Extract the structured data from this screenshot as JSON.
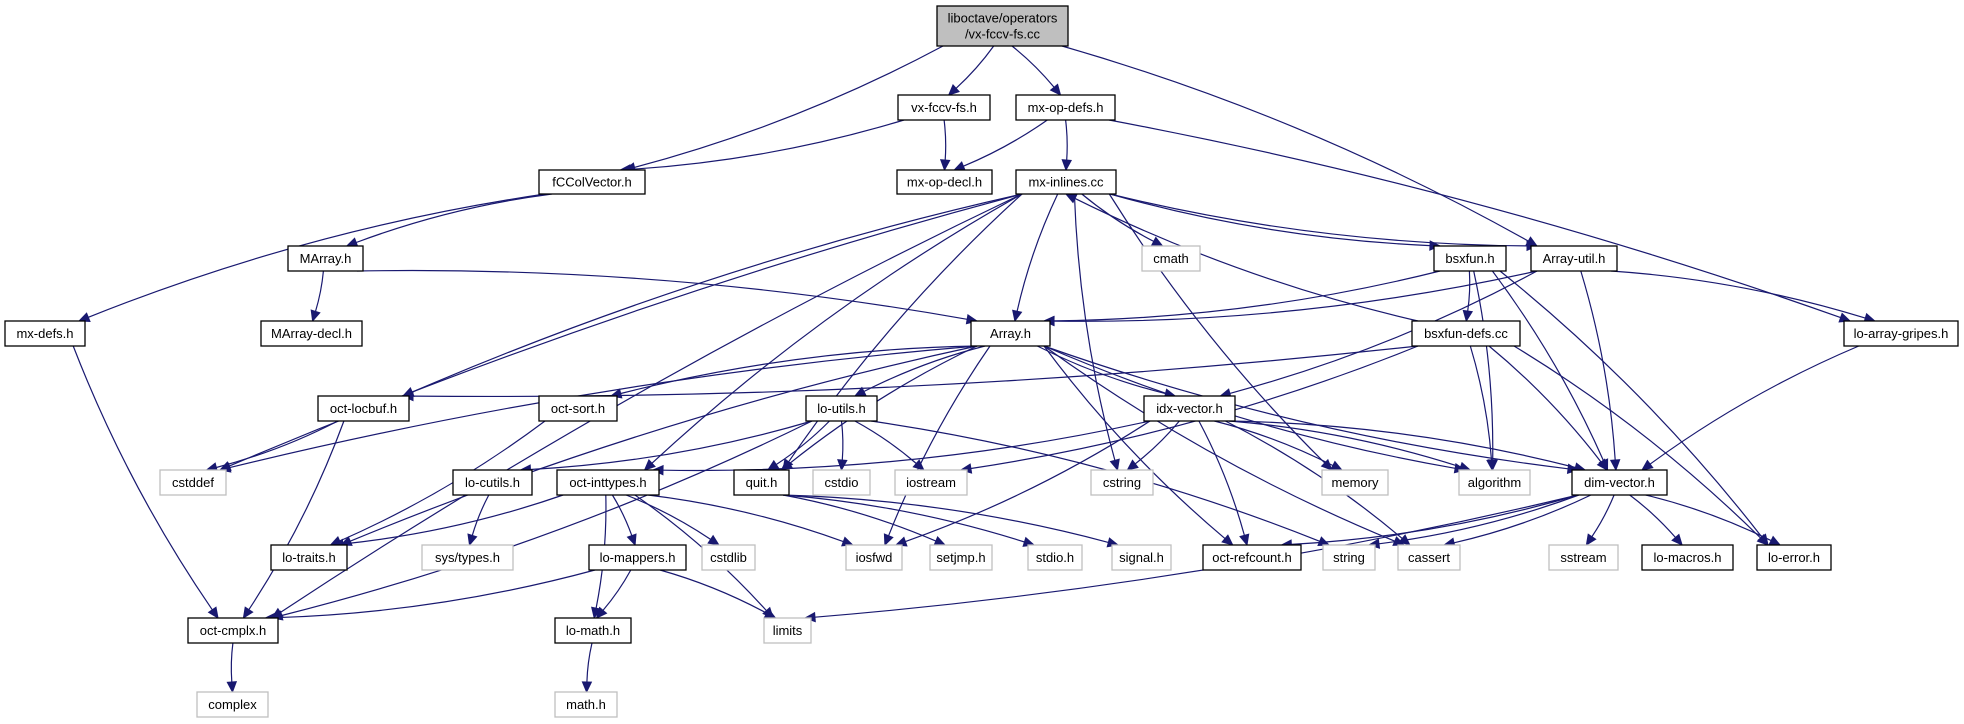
{
  "title": "liboctave/operators/vx-fccv-fs.cc include dependency graph",
  "colors": {
    "edge": "#191970",
    "root_fill": "#bfbfbf",
    "local_border": "#000000",
    "system_border": "#bfbfbf"
  },
  "nodes": [
    {
      "id": "root",
      "label": [
        "liboctave/operators",
        "/vx-fccv-fs.cc"
      ],
      "kind": "root"
    },
    {
      "id": "vx-fccv-fs.h",
      "label": [
        "vx-fccv-fs.h"
      ],
      "kind": "local"
    },
    {
      "id": "mx-op-defs.h",
      "label": [
        "mx-op-defs.h"
      ],
      "kind": "local"
    },
    {
      "id": "fCColVector.h",
      "label": [
        "fCColVector.h"
      ],
      "kind": "local"
    },
    {
      "id": "mx-op-decl.h",
      "label": [
        "mx-op-decl.h"
      ],
      "kind": "local"
    },
    {
      "id": "mx-inlines.cc",
      "label": [
        "mx-inlines.cc"
      ],
      "kind": "local"
    },
    {
      "id": "MArray.h",
      "label": [
        "MArray.h"
      ],
      "kind": "local"
    },
    {
      "id": "MArray-decl.h",
      "label": [
        "MArray-decl.h"
      ],
      "kind": "local"
    },
    {
      "id": "mx-defs.h",
      "label": [
        "mx-defs.h"
      ],
      "kind": "local"
    },
    {
      "id": "Array.h",
      "label": [
        "Array.h"
      ],
      "kind": "local"
    },
    {
      "id": "cmath",
      "label": [
        "cmath"
      ],
      "kind": "system"
    },
    {
      "id": "bsxfun.h",
      "label": [
        "bsxfun.h"
      ],
      "kind": "local"
    },
    {
      "id": "Array-util.h",
      "label": [
        "Array-util.h"
      ],
      "kind": "local"
    },
    {
      "id": "bsxfun-defs.cc",
      "label": [
        "bsxfun-defs.cc"
      ],
      "kind": "local"
    },
    {
      "id": "lo-array-gripes.h",
      "label": [
        "lo-array-gripes.h"
      ],
      "kind": "local"
    },
    {
      "id": "oct-locbuf.h",
      "label": [
        "oct-locbuf.h"
      ],
      "kind": "local"
    },
    {
      "id": "oct-sort.h",
      "label": [
        "oct-sort.h"
      ],
      "kind": "local"
    },
    {
      "id": "lo-utils.h",
      "label": [
        "lo-utils.h"
      ],
      "kind": "local"
    },
    {
      "id": "idx-vector.h",
      "label": [
        "idx-vector.h"
      ],
      "kind": "local"
    },
    {
      "id": "cstddef",
      "label": [
        "cstddef"
      ],
      "kind": "system"
    },
    {
      "id": "lo-cutils.h",
      "label": [
        "lo-cutils.h"
      ],
      "kind": "local"
    },
    {
      "id": "oct-inttypes.h",
      "label": [
        "oct-inttypes.h"
      ],
      "kind": "local"
    },
    {
      "id": "quit.h",
      "label": [
        "quit.h"
      ],
      "kind": "local"
    },
    {
      "id": "cstdio",
      "label": [
        "cstdio"
      ],
      "kind": "system"
    },
    {
      "id": "iostream",
      "label": [
        "iostream"
      ],
      "kind": "system"
    },
    {
      "id": "cstring",
      "label": [
        "cstring"
      ],
      "kind": "system"
    },
    {
      "id": "memory",
      "label": [
        "memory"
      ],
      "kind": "system"
    },
    {
      "id": "algorithm",
      "label": [
        "algorithm"
      ],
      "kind": "system"
    },
    {
      "id": "dim-vector.h",
      "label": [
        "dim-vector.h"
      ],
      "kind": "local"
    },
    {
      "id": "lo-traits.h",
      "label": [
        "lo-traits.h"
      ],
      "kind": "local"
    },
    {
      "id": "sys/types.h",
      "label": [
        "sys/types.h"
      ],
      "kind": "system"
    },
    {
      "id": "lo-mappers.h",
      "label": [
        "lo-mappers.h"
      ],
      "kind": "local"
    },
    {
      "id": "cstdlib",
      "label": [
        "cstdlib"
      ],
      "kind": "system"
    },
    {
      "id": "iosfwd",
      "label": [
        "iosfwd"
      ],
      "kind": "system"
    },
    {
      "id": "setjmp.h",
      "label": [
        "setjmp.h"
      ],
      "kind": "system"
    },
    {
      "id": "stdio.h",
      "label": [
        "stdio.h"
      ],
      "kind": "system"
    },
    {
      "id": "signal.h",
      "label": [
        "signal.h"
      ],
      "kind": "system"
    },
    {
      "id": "oct-refcount.h",
      "label": [
        "oct-refcount.h"
      ],
      "kind": "local"
    },
    {
      "id": "string",
      "label": [
        "string"
      ],
      "kind": "system"
    },
    {
      "id": "cassert",
      "label": [
        "cassert"
      ],
      "kind": "system"
    },
    {
      "id": "sstream",
      "label": [
        "sstream"
      ],
      "kind": "system"
    },
    {
      "id": "lo-macros.h",
      "label": [
        "lo-macros.h"
      ],
      "kind": "local"
    },
    {
      "id": "lo-error.h",
      "label": [
        "lo-error.h"
      ],
      "kind": "local"
    },
    {
      "id": "oct-cmplx.h",
      "label": [
        "oct-cmplx.h"
      ],
      "kind": "local"
    },
    {
      "id": "lo-math.h",
      "label": [
        "lo-math.h"
      ],
      "kind": "local"
    },
    {
      "id": "limits",
      "label": [
        "limits"
      ],
      "kind": "system"
    },
    {
      "id": "complex",
      "label": [
        "complex"
      ],
      "kind": "system"
    },
    {
      "id": "math.h",
      "label": [
        "math.h"
      ],
      "kind": "system"
    }
  ],
  "edges": [
    [
      "root",
      "fCColVector.h"
    ],
    [
      "root",
      "vx-fccv-fs.h"
    ],
    [
      "root",
      "mx-op-defs.h"
    ],
    [
      "root",
      "Array-util.h"
    ],
    [
      "vx-fccv-fs.h",
      "fCColVector.h"
    ],
    [
      "vx-fccv-fs.h",
      "mx-op-decl.h"
    ],
    [
      "mx-op-defs.h",
      "mx-op-decl.h"
    ],
    [
      "mx-op-defs.h",
      "mx-inlines.cc"
    ],
    [
      "mx-op-defs.h",
      "lo-array-gripes.h"
    ],
    [
      "fCColVector.h",
      "MArray.h"
    ],
    [
      "fCColVector.h",
      "mx-defs.h"
    ],
    [
      "MArray.h",
      "MArray-decl.h"
    ],
    [
      "MArray.h",
      "Array.h"
    ],
    [
      "mx-defs.h",
      "oct-cmplx.h"
    ],
    [
      "mx-inlines.cc",
      "cstddef"
    ],
    [
      "mx-inlines.cc",
      "oct-cmplx.h"
    ],
    [
      "mx-inlines.cc",
      "oct-locbuf.h"
    ],
    [
      "mx-inlines.cc",
      "oct-inttypes.h"
    ],
    [
      "mx-inlines.cc",
      "quit.h"
    ],
    [
      "mx-inlines.cc",
      "Array.h"
    ],
    [
      "mx-inlines.cc",
      "cstring"
    ],
    [
      "mx-inlines.cc",
      "cmath"
    ],
    [
      "mx-inlines.cc",
      "memory"
    ],
    [
      "mx-inlines.cc",
      "bsxfun.h"
    ],
    [
      "mx-inlines.cc",
      "Array-util.h"
    ],
    [
      "Array.h",
      "cstddef"
    ],
    [
      "Array.h",
      "lo-traits.h"
    ],
    [
      "Array.h",
      "oct-sort.h"
    ],
    [
      "Array.h",
      "quit.h"
    ],
    [
      "Array.h",
      "iosfwd"
    ],
    [
      "Array.h",
      "lo-utils.h"
    ],
    [
      "Array.h",
      "oct-refcount.h"
    ],
    [
      "Array.h",
      "idx-vector.h"
    ],
    [
      "Array.h",
      "dim-vector.h"
    ],
    [
      "Array.h",
      "algorithm"
    ],
    [
      "Array.h",
      "cassert"
    ],
    [
      "bsxfun.h",
      "Array.h"
    ],
    [
      "bsxfun.h",
      "bsxfun-defs.cc"
    ],
    [
      "bsxfun.h",
      "algorithm"
    ],
    [
      "bsxfun.h",
      "dim-vector.h"
    ],
    [
      "bsxfun.h",
      "lo-error.h"
    ],
    [
      "Array-util.h",
      "Array.h"
    ],
    [
      "Array-util.h",
      "idx-vector.h"
    ],
    [
      "Array-util.h",
      "dim-vector.h"
    ],
    [
      "Array-util.h",
      "lo-array-gripes.h"
    ],
    [
      "bsxfun-defs.cc",
      "mx-inlines.cc"
    ],
    [
      "bsxfun-defs.cc",
      "oct-locbuf.h"
    ],
    [
      "bsxfun-defs.cc",
      "iostream"
    ],
    [
      "bsxfun-defs.cc",
      "algorithm"
    ],
    [
      "bsxfun-defs.cc",
      "dim-vector.h"
    ],
    [
      "bsxfun-defs.cc",
      "lo-error.h"
    ],
    [
      "lo-array-gripes.h",
      "dim-vector.h"
    ],
    [
      "oct-locbuf.h",
      "cstddef"
    ],
    [
      "oct-locbuf.h",
      "oct-cmplx.h"
    ],
    [
      "oct-sort.h",
      "lo-traits.h"
    ],
    [
      "lo-utils.h",
      "oct-cmplx.h"
    ],
    [
      "lo-utils.h",
      "lo-cutils.h"
    ],
    [
      "lo-utils.h",
      "quit.h"
    ],
    [
      "lo-utils.h",
      "cstdio"
    ],
    [
      "lo-utils.h",
      "iostream"
    ],
    [
      "lo-utils.h",
      "string"
    ],
    [
      "idx-vector.h",
      "oct-inttypes.h"
    ],
    [
      "idx-vector.h",
      "cstring"
    ],
    [
      "idx-vector.h",
      "memory"
    ],
    [
      "idx-vector.h",
      "algorithm"
    ],
    [
      "idx-vector.h",
      "dim-vector.h"
    ],
    [
      "idx-vector.h",
      "oct-refcount.h"
    ],
    [
      "idx-vector.h",
      "cassert"
    ],
    [
      "idx-vector.h",
      "iosfwd"
    ],
    [
      "dim-vector.h",
      "oct-refcount.h"
    ],
    [
      "dim-vector.h",
      "string"
    ],
    [
      "dim-vector.h",
      "cassert"
    ],
    [
      "dim-vector.h",
      "sstream"
    ],
    [
      "dim-vector.h",
      "lo-macros.h"
    ],
    [
      "dim-vector.h",
      "lo-error.h"
    ],
    [
      "dim-vector.h",
      "limits"
    ],
    [
      "lo-cutils.h",
      "sys/types.h"
    ],
    [
      "oct-inttypes.h",
      "lo-traits.h"
    ],
    [
      "oct-inttypes.h",
      "lo-mappers.h"
    ],
    [
      "oct-inttypes.h",
      "lo-math.h"
    ],
    [
      "oct-inttypes.h",
      "cstdlib"
    ],
    [
      "oct-inttypes.h",
      "iosfwd"
    ],
    [
      "oct-inttypes.h",
      "limits"
    ],
    [
      "quit.h",
      "setjmp.h"
    ],
    [
      "quit.h",
      "stdio.h"
    ],
    [
      "quit.h",
      "signal.h"
    ],
    [
      "lo-mappers.h",
      "oct-cmplx.h"
    ],
    [
      "lo-mappers.h",
      "lo-math.h"
    ],
    [
      "lo-mappers.h",
      "limits"
    ],
    [
      "oct-cmplx.h",
      "complex"
    ],
    [
      "lo-math.h",
      "math.h"
    ]
  ]
}
